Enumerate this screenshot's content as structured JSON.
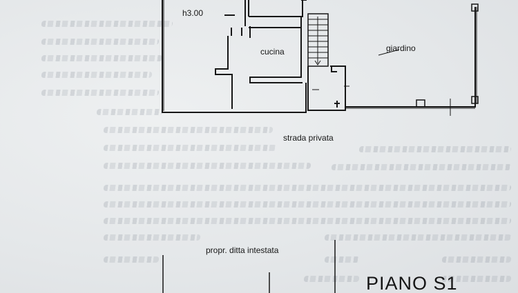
{
  "plan": {
    "room_height_label": "h3.00",
    "kitchen_label": "cucina",
    "garden_label": "giardino",
    "street_label": "strada privata",
    "owner_label": "propr. ditta intestata",
    "floor_label": "PIANO S1"
  },
  "colors": {
    "ink": "#161616",
    "paper": "#e9ecee"
  }
}
